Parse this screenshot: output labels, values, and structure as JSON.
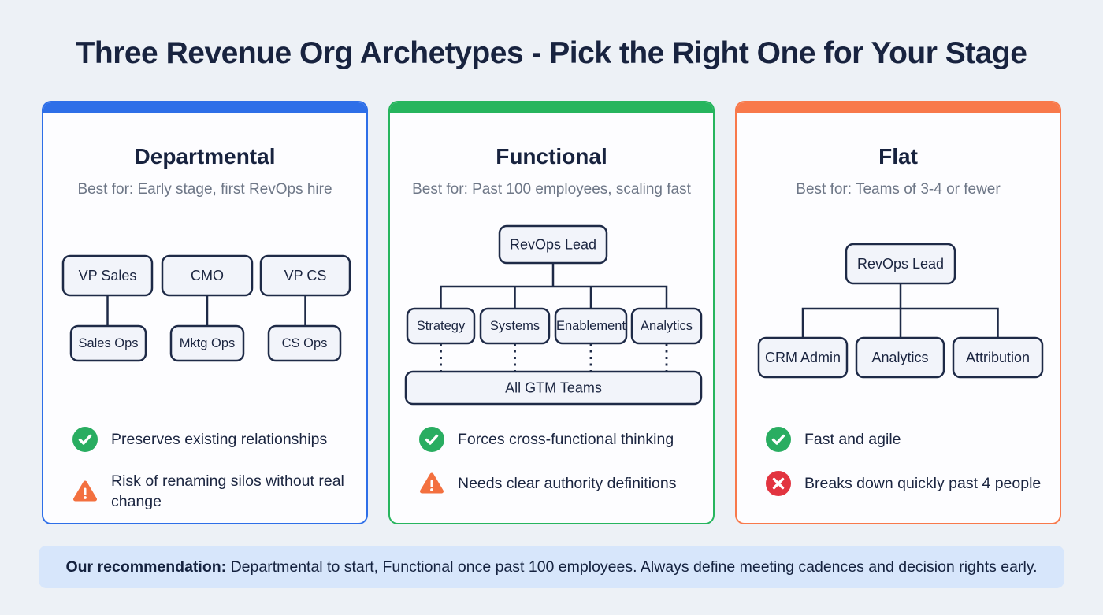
{
  "page": {
    "title": "Three Revenue Org Archetypes - Pick the Right One for Your Stage",
    "background_color": "#edf1f6",
    "title_color": "#18233f"
  },
  "cards": [
    {
      "id": "departmental",
      "accent_color": "#2e6fe8",
      "title": "Departmental",
      "best_for": "Best for: Early stage, first RevOps hire",
      "chart": {
        "type": "org-pairs",
        "pairs": [
          {
            "top": "VP Sales",
            "bottom": "Sales Ops"
          },
          {
            "top": "CMO",
            "bottom": "Mktg Ops"
          },
          {
            "top": "VP CS",
            "bottom": "CS Ops"
          }
        ]
      },
      "points": [
        {
          "icon": "check",
          "text": "Preserves existing relationships"
        },
        {
          "icon": "warning",
          "text": "Risk of renaming silos without real change"
        }
      ]
    },
    {
      "id": "functional",
      "accent_color": "#27b55e",
      "title": "Functional",
      "best_for": "Best for: Past 100 employees, scaling fast",
      "chart": {
        "type": "org-tree-with-footer",
        "root": "RevOps Lead",
        "children": [
          "Strategy",
          "Systems",
          "Enablement",
          "Analytics"
        ],
        "footer": "All GTM Teams"
      },
      "points": [
        {
          "icon": "check",
          "text": "Forces cross-functional thinking"
        },
        {
          "icon": "warning",
          "text": "Needs clear authority definitions"
        }
      ]
    },
    {
      "id": "flat",
      "accent_color": "#f8794b",
      "title": "Flat",
      "best_for": "Best for: Teams of 3-4 or fewer",
      "chart": {
        "type": "org-tree",
        "root": "RevOps Lead",
        "children": [
          "CRM Admin",
          "Analytics",
          "Attribution"
        ]
      },
      "points": [
        {
          "icon": "check",
          "text": "Fast and agile"
        },
        {
          "icon": "cross",
          "text": "Breaks down quickly past 4 people"
        }
      ]
    }
  ],
  "icon_colors": {
    "check": "#29ad61",
    "warning": "#f3703f",
    "cross": "#e23440"
  },
  "recommendation": {
    "label": "Our recommendation:",
    "text": " Departmental to start, Functional once past 100 employees. Always define meeting cadences and decision rights early.",
    "background_color": "#d7e6fb"
  }
}
